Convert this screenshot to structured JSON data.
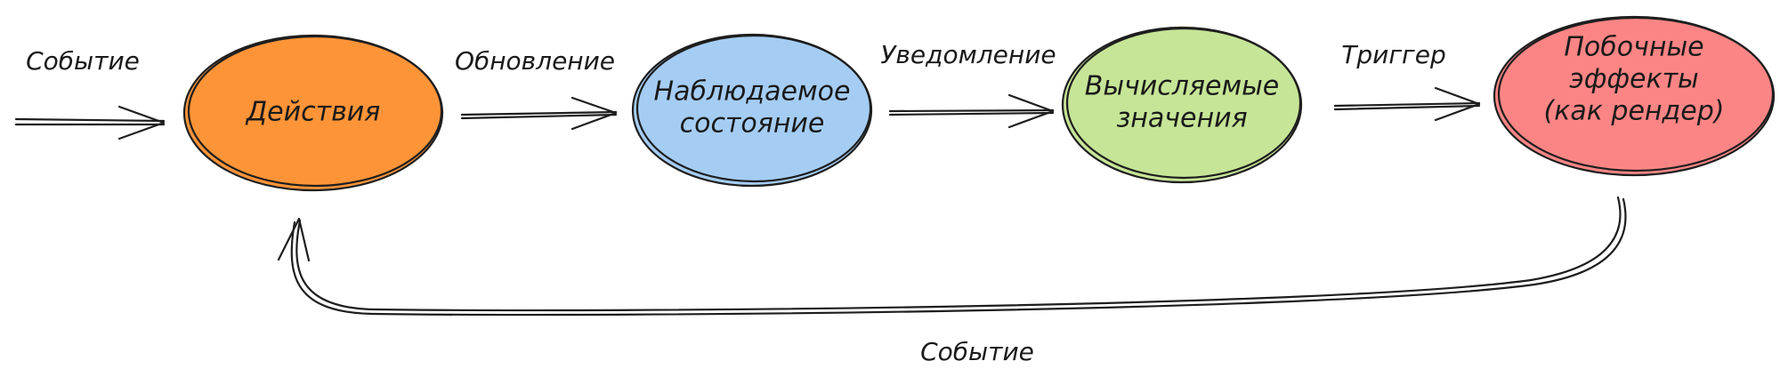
{
  "nodes": [
    {
      "id": "actions",
      "lines": [
        "Действия"
      ],
      "fill": "#fd9438"
    },
    {
      "id": "observable-state",
      "lines": [
        "Наблюдаемое",
        "состояние"
      ],
      "fill": "#a5cdf4"
    },
    {
      "id": "computed-values",
      "lines": [
        "Вычисляемые",
        "значения"
      ],
      "fill": "#c6e597"
    },
    {
      "id": "side-effects",
      "lines": [
        "Побочные",
        "эффекты",
        "(как рендер)"
      ],
      "fill": "#fb8585"
    }
  ],
  "edges": [
    {
      "id": "event-in",
      "label": "Событие"
    },
    {
      "id": "update",
      "label": "Обновление"
    },
    {
      "id": "notify",
      "label": "Уведомление"
    },
    {
      "id": "trigger",
      "label": "Триггер"
    },
    {
      "id": "event-back",
      "label": "Событие"
    }
  ]
}
